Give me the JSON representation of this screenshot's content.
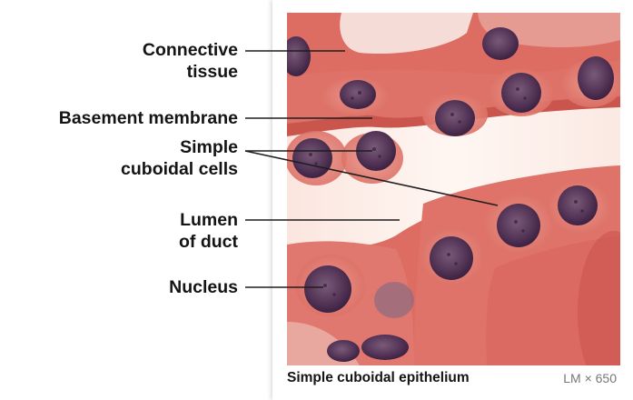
{
  "labels": {
    "connective_tissue": [
      "Connective",
      "tissue"
    ],
    "basement_membrane": "Basement membrane",
    "simple_cuboidal_cells": [
      "Simple",
      "cuboidal cells"
    ],
    "lumen_of_duct": [
      "Lumen",
      "of duct"
    ],
    "nucleus": "Nucleus"
  },
  "caption": {
    "title": "Simple cuboidal epithelium",
    "magnification": "LM × 650"
  },
  "colors": {
    "tissue_red": "#d9665c",
    "tissue_pink": "#e9958c",
    "lumen": "#fbeee8",
    "nucleus_dark": "#4a2f4f",
    "label_text": "#141414"
  }
}
